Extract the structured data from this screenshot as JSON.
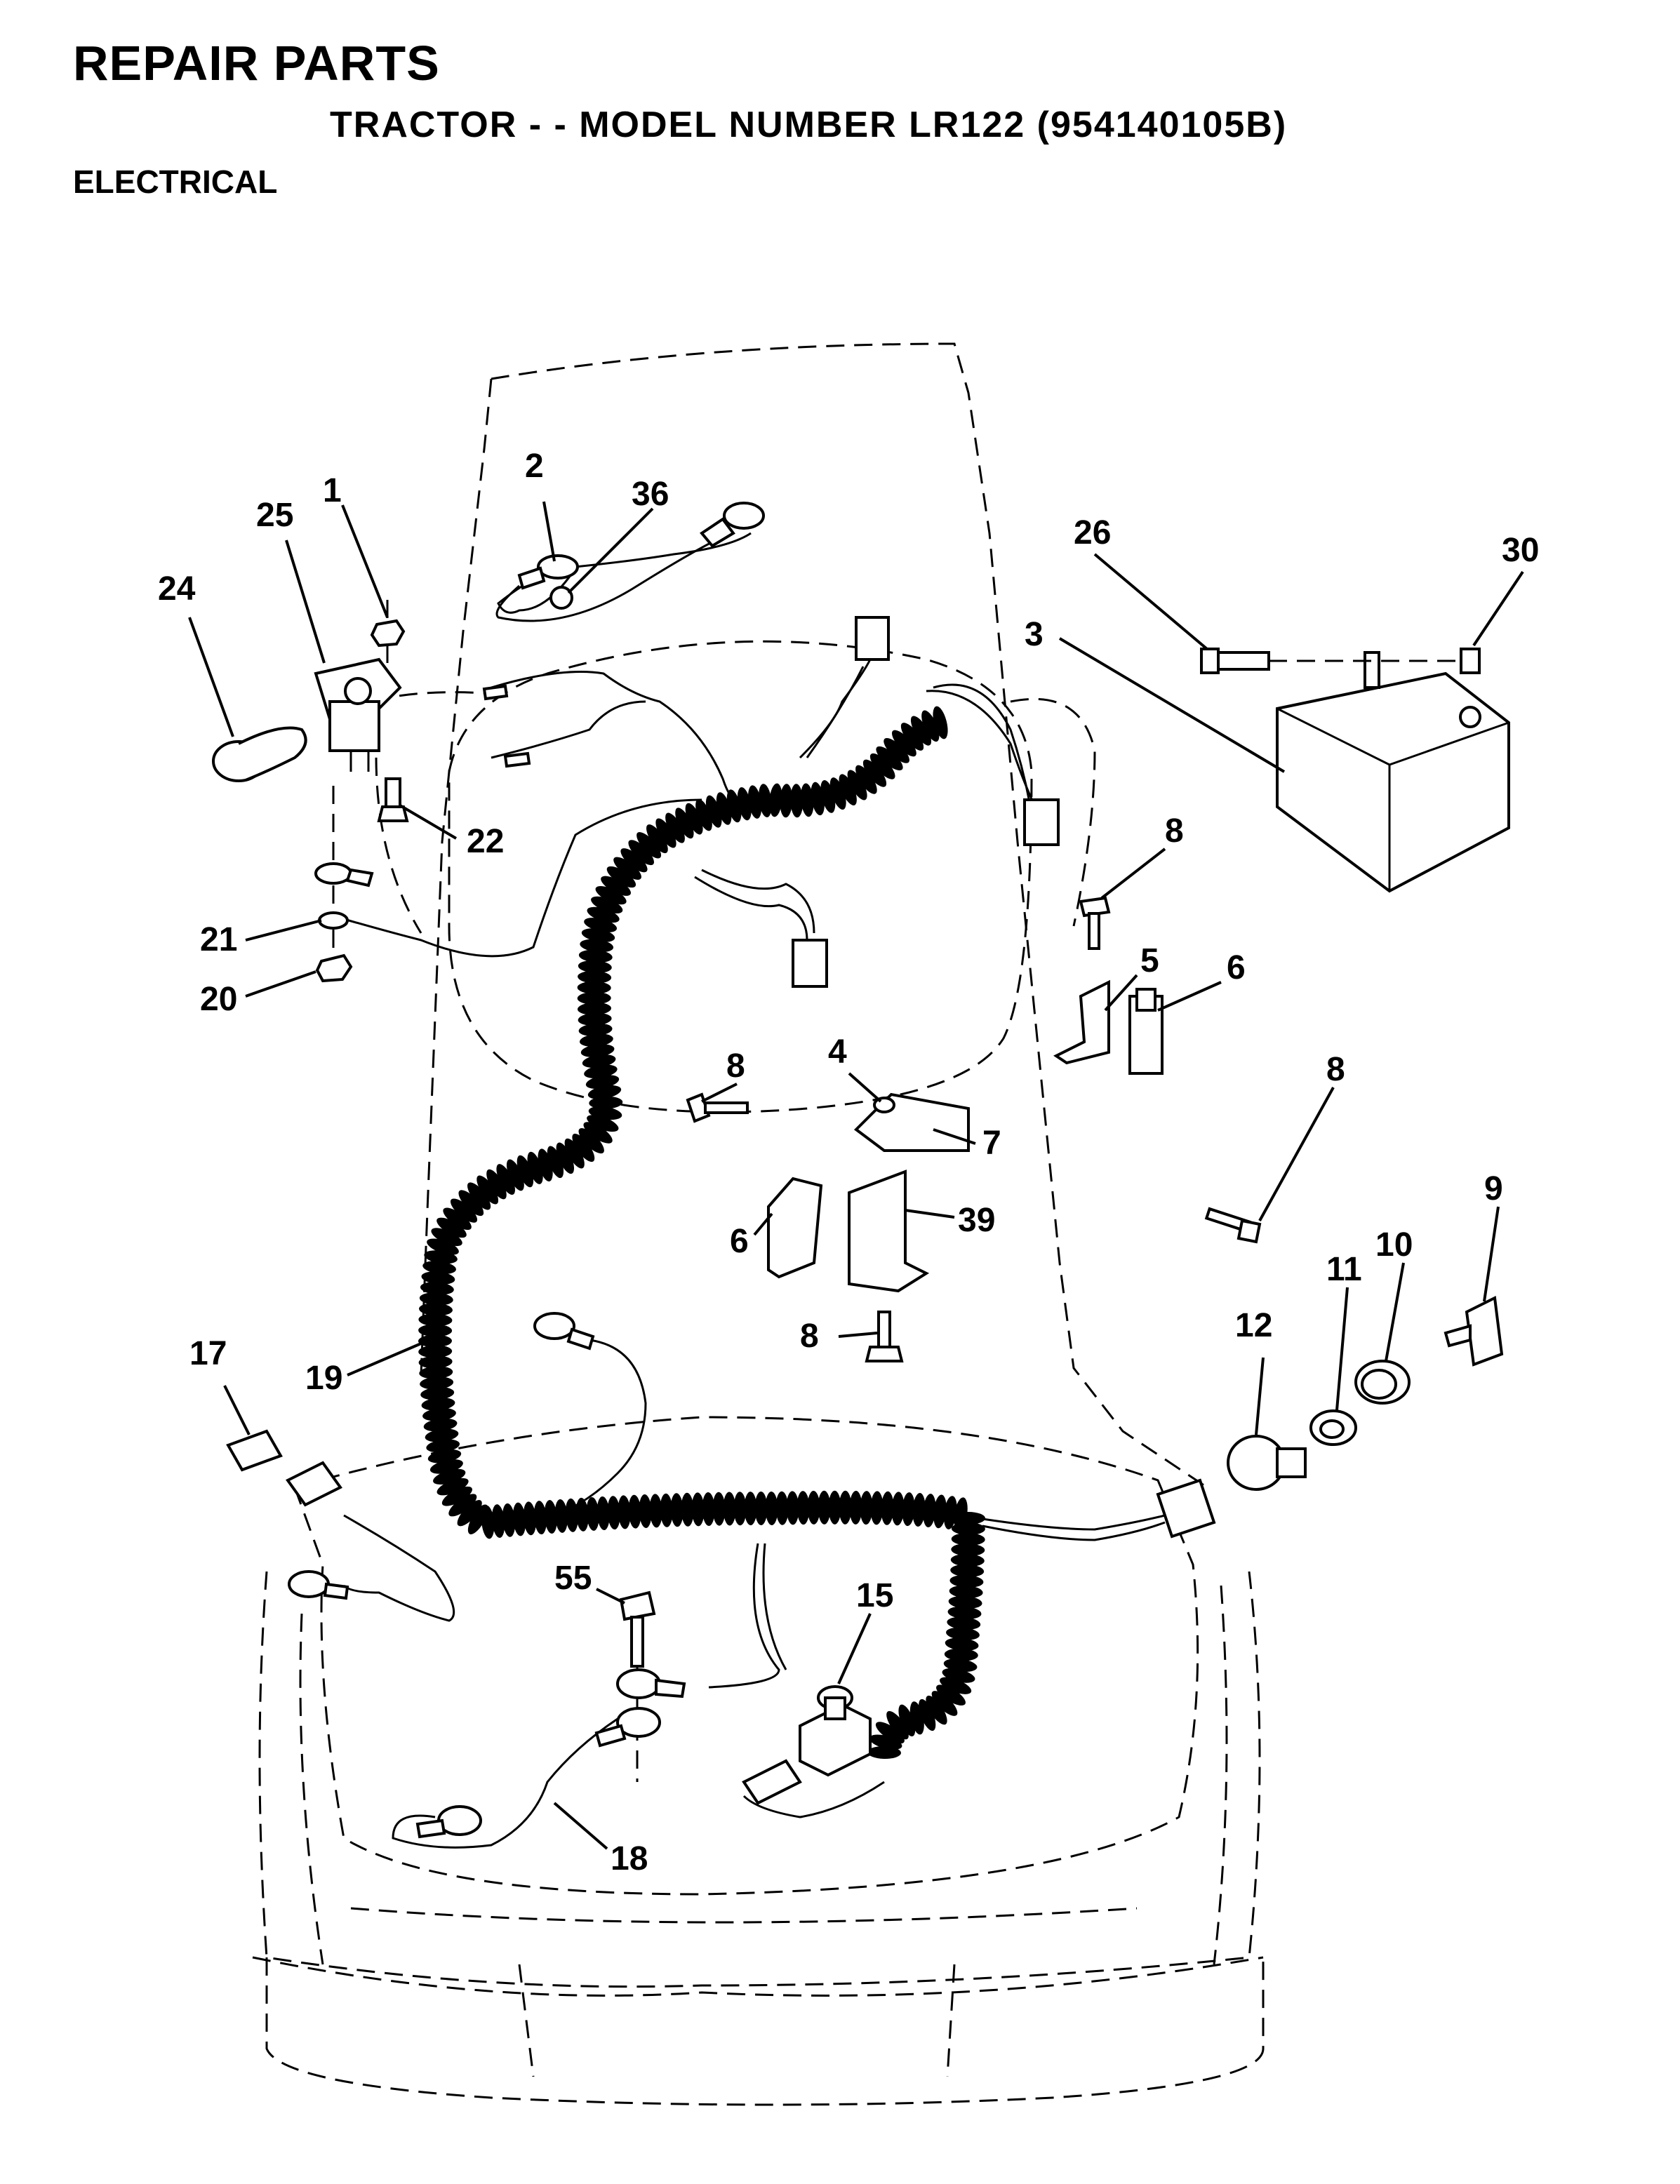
{
  "header": {
    "title": "REPAIR PARTS",
    "subtitle": "TRACTOR - - MODEL NUMBER LR122 (954140105B)",
    "section": "ELECTRICAL"
  },
  "callouts": {
    "c1": "1",
    "c2": "2",
    "c36": "36",
    "c25": "25",
    "c24": "24",
    "c22": "22",
    "c21": "21",
    "c20": "20",
    "c26": "26",
    "c30": "30",
    "c3": "3",
    "c8a": "8",
    "c8b": "8",
    "c8c": "8",
    "c8d": "8",
    "c5": "5",
    "c6a": "6",
    "c6b": "6",
    "c4": "4",
    "c7": "7",
    "c39": "39",
    "c9": "9",
    "c10": "10",
    "c11": "11",
    "c12": "12",
    "c17": "17",
    "c19": "19",
    "c55": "55",
    "c15": "15",
    "c18": "18"
  }
}
